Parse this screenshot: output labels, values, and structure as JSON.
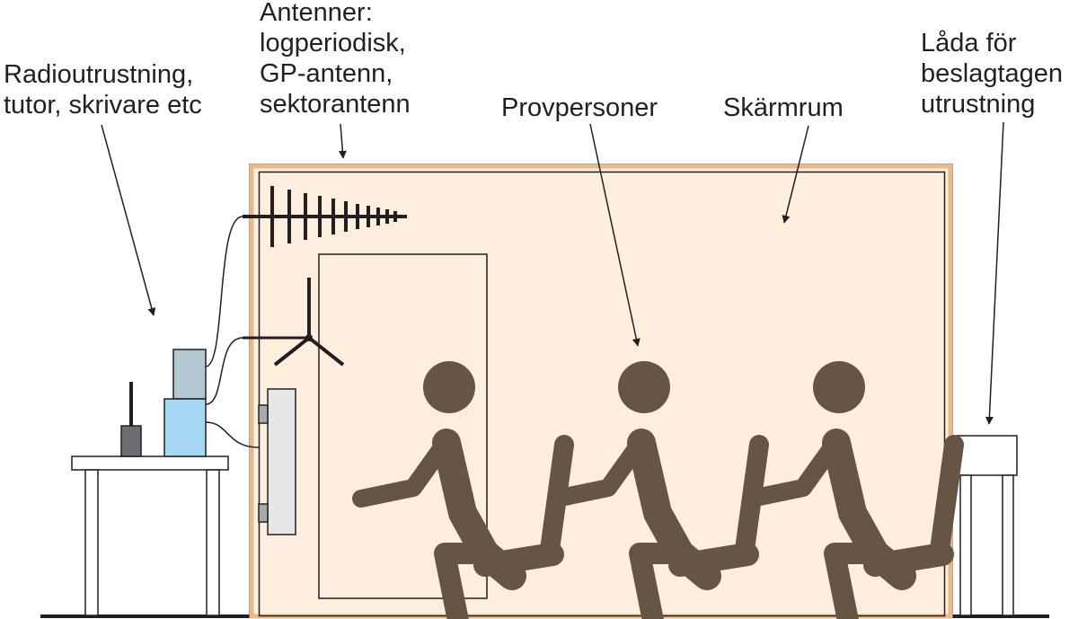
{
  "labels": {
    "radio_equipment": [
      "Radioutrustning,",
      "tutor, skrivare etc"
    ],
    "antennas": [
      "Antenner:",
      "logperiodisk,",
      "GP-antenn,",
      "sektorantenn"
    ],
    "test_persons": "Provpersoner",
    "shielded_room": "Skärmrum",
    "confiscated_box": [
      "Låda för",
      "beslagtagen",
      "utrustning"
    ]
  },
  "colors": {
    "room_border": "#e8b98a",
    "room_fill": "#fdeedd",
    "person": "#665545",
    "line": "#231f20",
    "radio_top": "#b3c7d3",
    "radio_bottom": "#a5d8f3",
    "handheld_radio": "#6d6e71",
    "sector_antenna": "#e6e7e8"
  }
}
